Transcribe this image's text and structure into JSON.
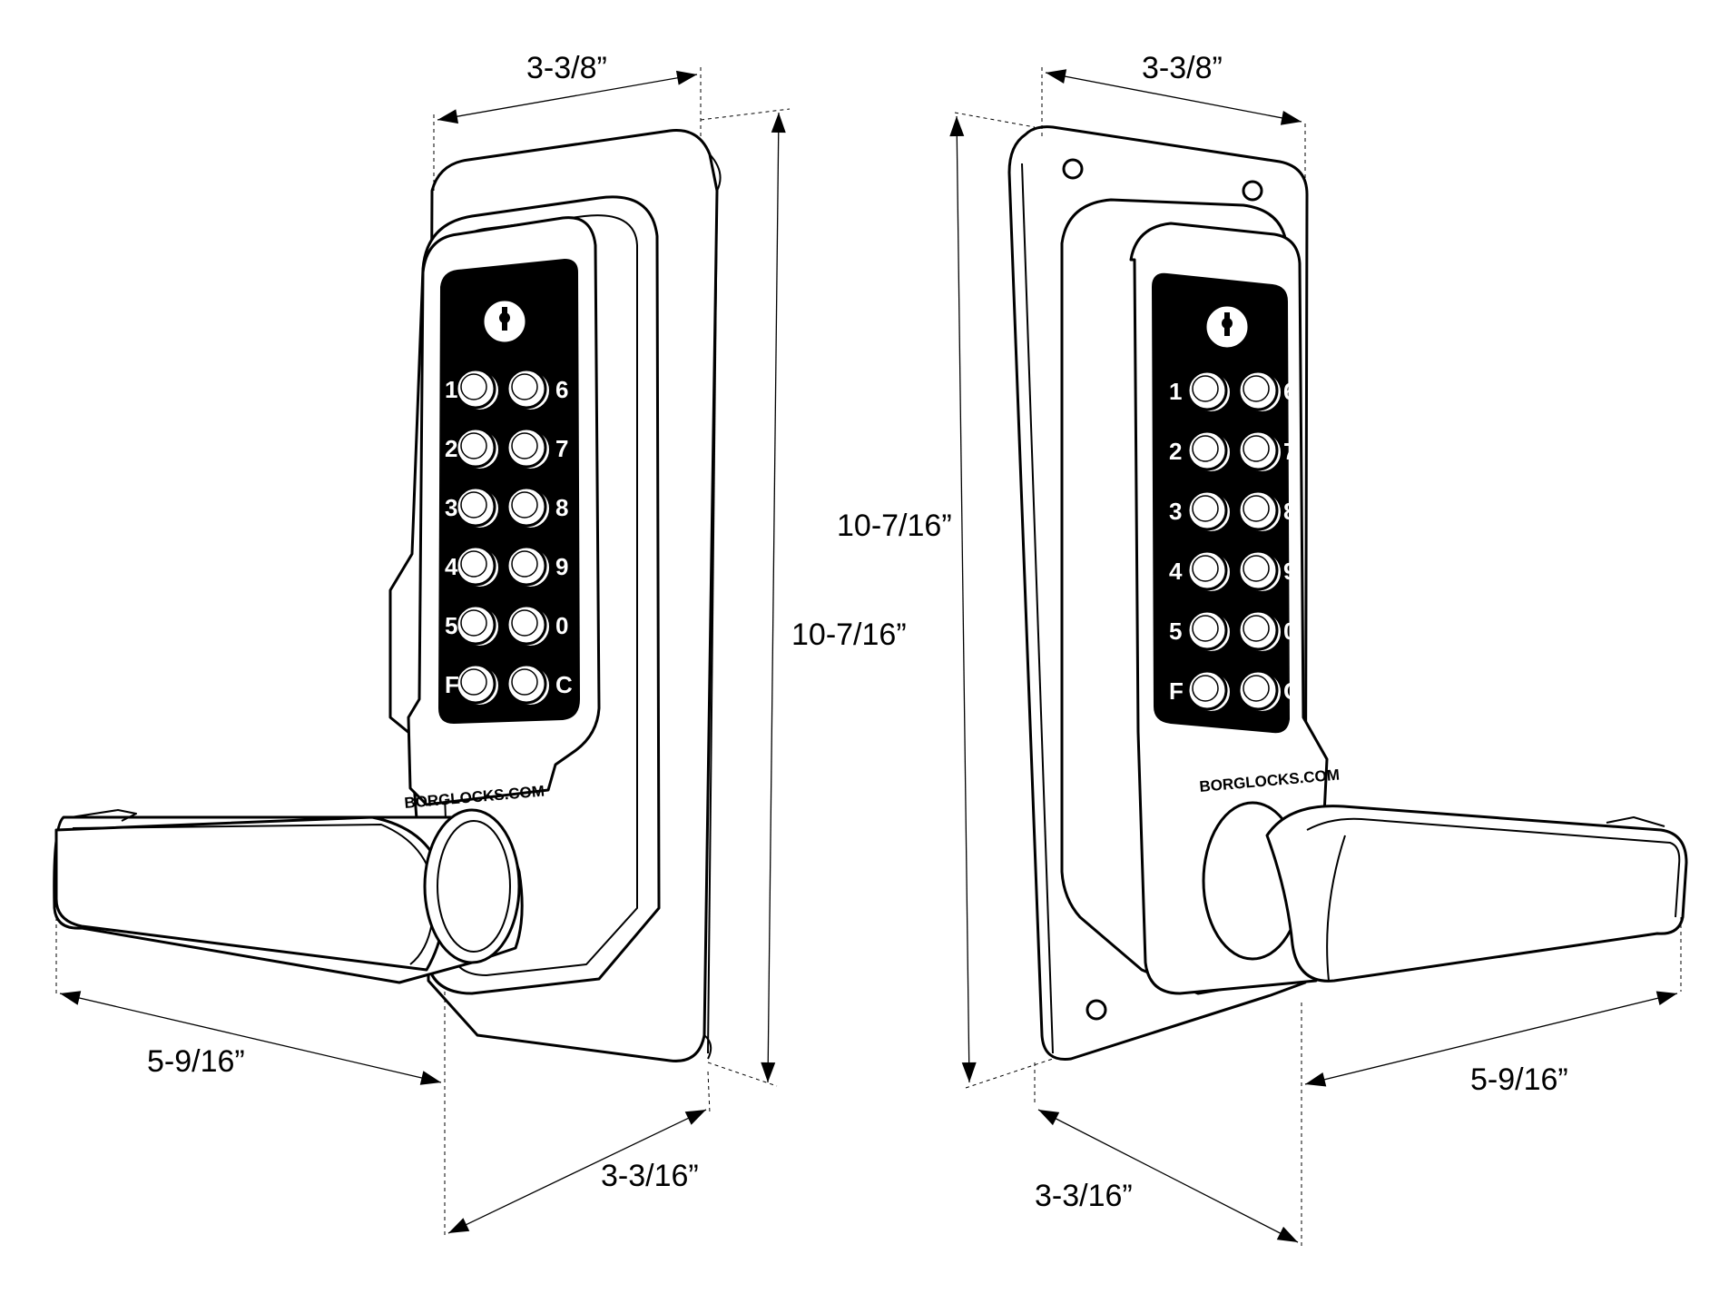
{
  "brand_text": "BORGLOCKS.COM",
  "keypad_keys": {
    "left": [
      "1",
      "2",
      "3",
      "4",
      "5",
      "F"
    ],
    "right": [
      "6",
      "7",
      "8",
      "9",
      "0",
      "C"
    ]
  },
  "dimensions": {
    "left_view": {
      "backplate_width": "3-3/8”",
      "height": "10-7/16”",
      "lever_length": "5-9/16”",
      "projection": "3-3/16”"
    },
    "right_view": {
      "backplate_width": "3-3/8”",
      "height": "10-7/16”",
      "lever_length": "5-9/16”",
      "projection": "3-3/16”"
    }
  },
  "icons": [
    "key-cylinder-icon",
    "keypad-button-icon",
    "arrowhead-icon"
  ],
  "colors": {
    "outline": "#000000",
    "keypad_face": "#000000",
    "body": "#ffffff"
  }
}
